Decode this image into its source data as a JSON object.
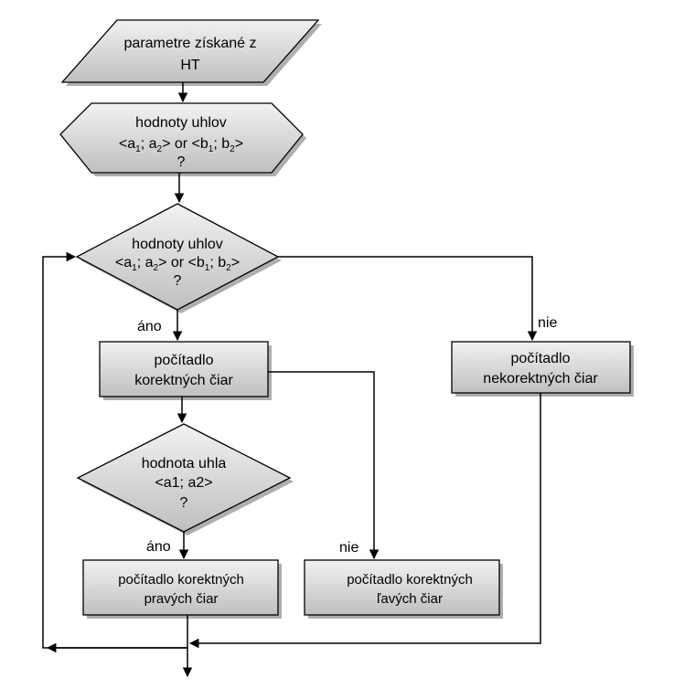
{
  "colors": {
    "fill_top": "#f2f2f2",
    "fill_bottom": "#bfbfbf",
    "stroke": "#000000",
    "shadow": "#9a9a9a"
  },
  "input": {
    "line1": "parametre získané z",
    "line2": "HT"
  },
  "decision1": {
    "line1": "hodnoty uhlov",
    "line2_parts": [
      "<a",
      "1",
      "; a",
      "2",
      "> or <b",
      "1",
      "; b",
      "2",
      ">"
    ],
    "line3": "?"
  },
  "decision2": {
    "line1": "hodnoty uhlov",
    "line2_parts": [
      "<a",
      "1",
      "; a",
      "2",
      "> or <b",
      "1",
      "; b",
      "2",
      ">"
    ],
    "line3": "?"
  },
  "decision3": {
    "line1": "hodnota uhla",
    "line2": "<a1; a2>",
    "line3": "?"
  },
  "box_correct": {
    "line1": "počítadlo",
    "line2": "korektných čiar"
  },
  "box_incorrect": {
    "line1": "počítadlo",
    "line2": "nekorektných čiar"
  },
  "box_right": {
    "line1": "počítadlo korektných",
    "line2": "pravých čiar"
  },
  "box_left": {
    "line1": "počítadlo korektných",
    "line2": "ľavých čiar"
  },
  "labels": {
    "yes_1": "áno",
    "no_1": "nie",
    "yes_2": "áno",
    "no_2": "nie"
  }
}
